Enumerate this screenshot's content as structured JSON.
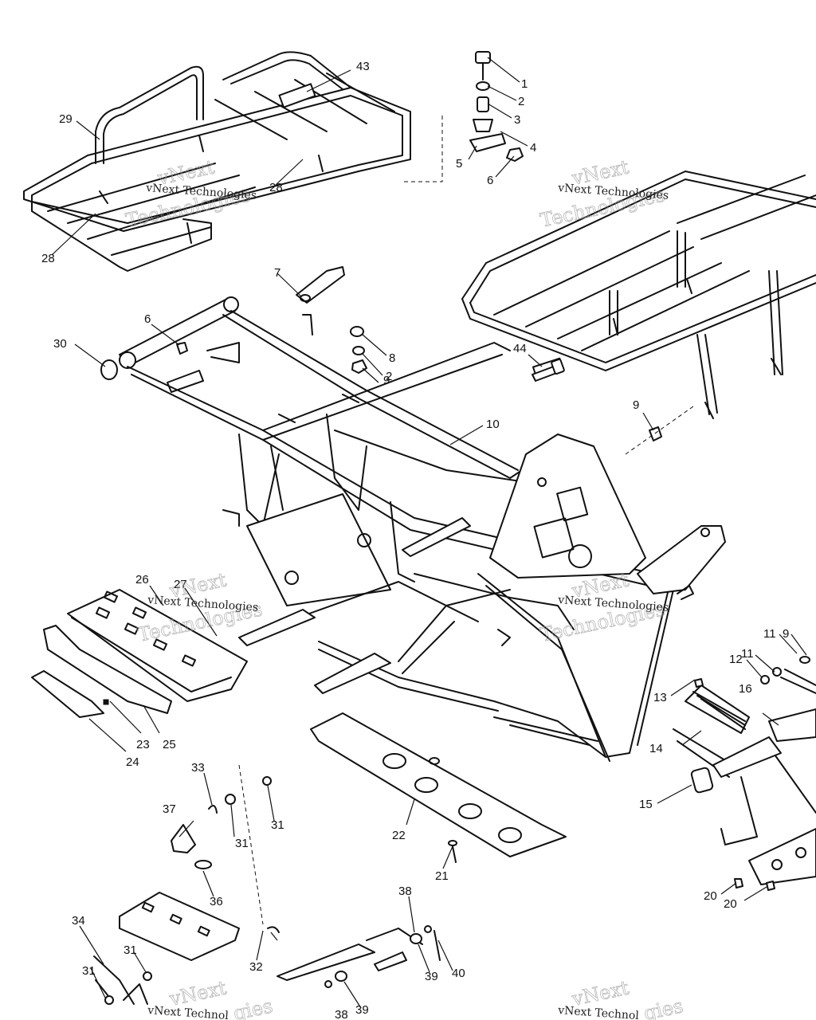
{
  "diagram": {
    "callouts": [
      {
        "id": "c1",
        "text": "1"
      },
      {
        "id": "c2",
        "text": "2"
      },
      {
        "id": "c3",
        "text": "3"
      },
      {
        "id": "c4",
        "text": "4"
      },
      {
        "id": "c5",
        "text": "5"
      },
      {
        "id": "c6",
        "text": "6"
      },
      {
        "id": "c7",
        "text": "7"
      },
      {
        "id": "c8",
        "text": "8"
      },
      {
        "id": "c9",
        "text": "9"
      },
      {
        "id": "c10",
        "text": "10"
      },
      {
        "id": "c11",
        "text": "11"
      },
      {
        "id": "c12",
        "text": "12"
      },
      {
        "id": "c13",
        "text": "13"
      },
      {
        "id": "c14",
        "text": "14"
      },
      {
        "id": "c15",
        "text": "15"
      },
      {
        "id": "c16",
        "text": "16"
      },
      {
        "id": "c20",
        "text": "20"
      },
      {
        "id": "c21",
        "text": "21"
      },
      {
        "id": "c22",
        "text": "22"
      },
      {
        "id": "c23",
        "text": "23"
      },
      {
        "id": "c24",
        "text": "24"
      },
      {
        "id": "c25",
        "text": "25"
      },
      {
        "id": "c26",
        "text": "26"
      },
      {
        "id": "c27",
        "text": "27"
      },
      {
        "id": "c28",
        "text": "28"
      },
      {
        "id": "c29",
        "text": "29"
      },
      {
        "id": "c30",
        "text": "30"
      },
      {
        "id": "c31",
        "text": "31"
      },
      {
        "id": "c32",
        "text": "32"
      },
      {
        "id": "c33",
        "text": "33"
      },
      {
        "id": "c34",
        "text": "34"
      },
      {
        "id": "c36",
        "text": "36"
      },
      {
        "id": "c37",
        "text": "37"
      },
      {
        "id": "c38",
        "text": "38"
      },
      {
        "id": "c39",
        "text": "39"
      },
      {
        "id": "c40",
        "text": "40"
      },
      {
        "id": "c43",
        "text": "43"
      },
      {
        "id": "c44",
        "text": "44"
      }
    ],
    "watermark": {
      "small": "vNext Technologies",
      "big_top": "vNext",
      "big_bottom": "Technologies",
      "cut_small": "vNext Technol",
      "cut_big": "gies"
    }
  }
}
